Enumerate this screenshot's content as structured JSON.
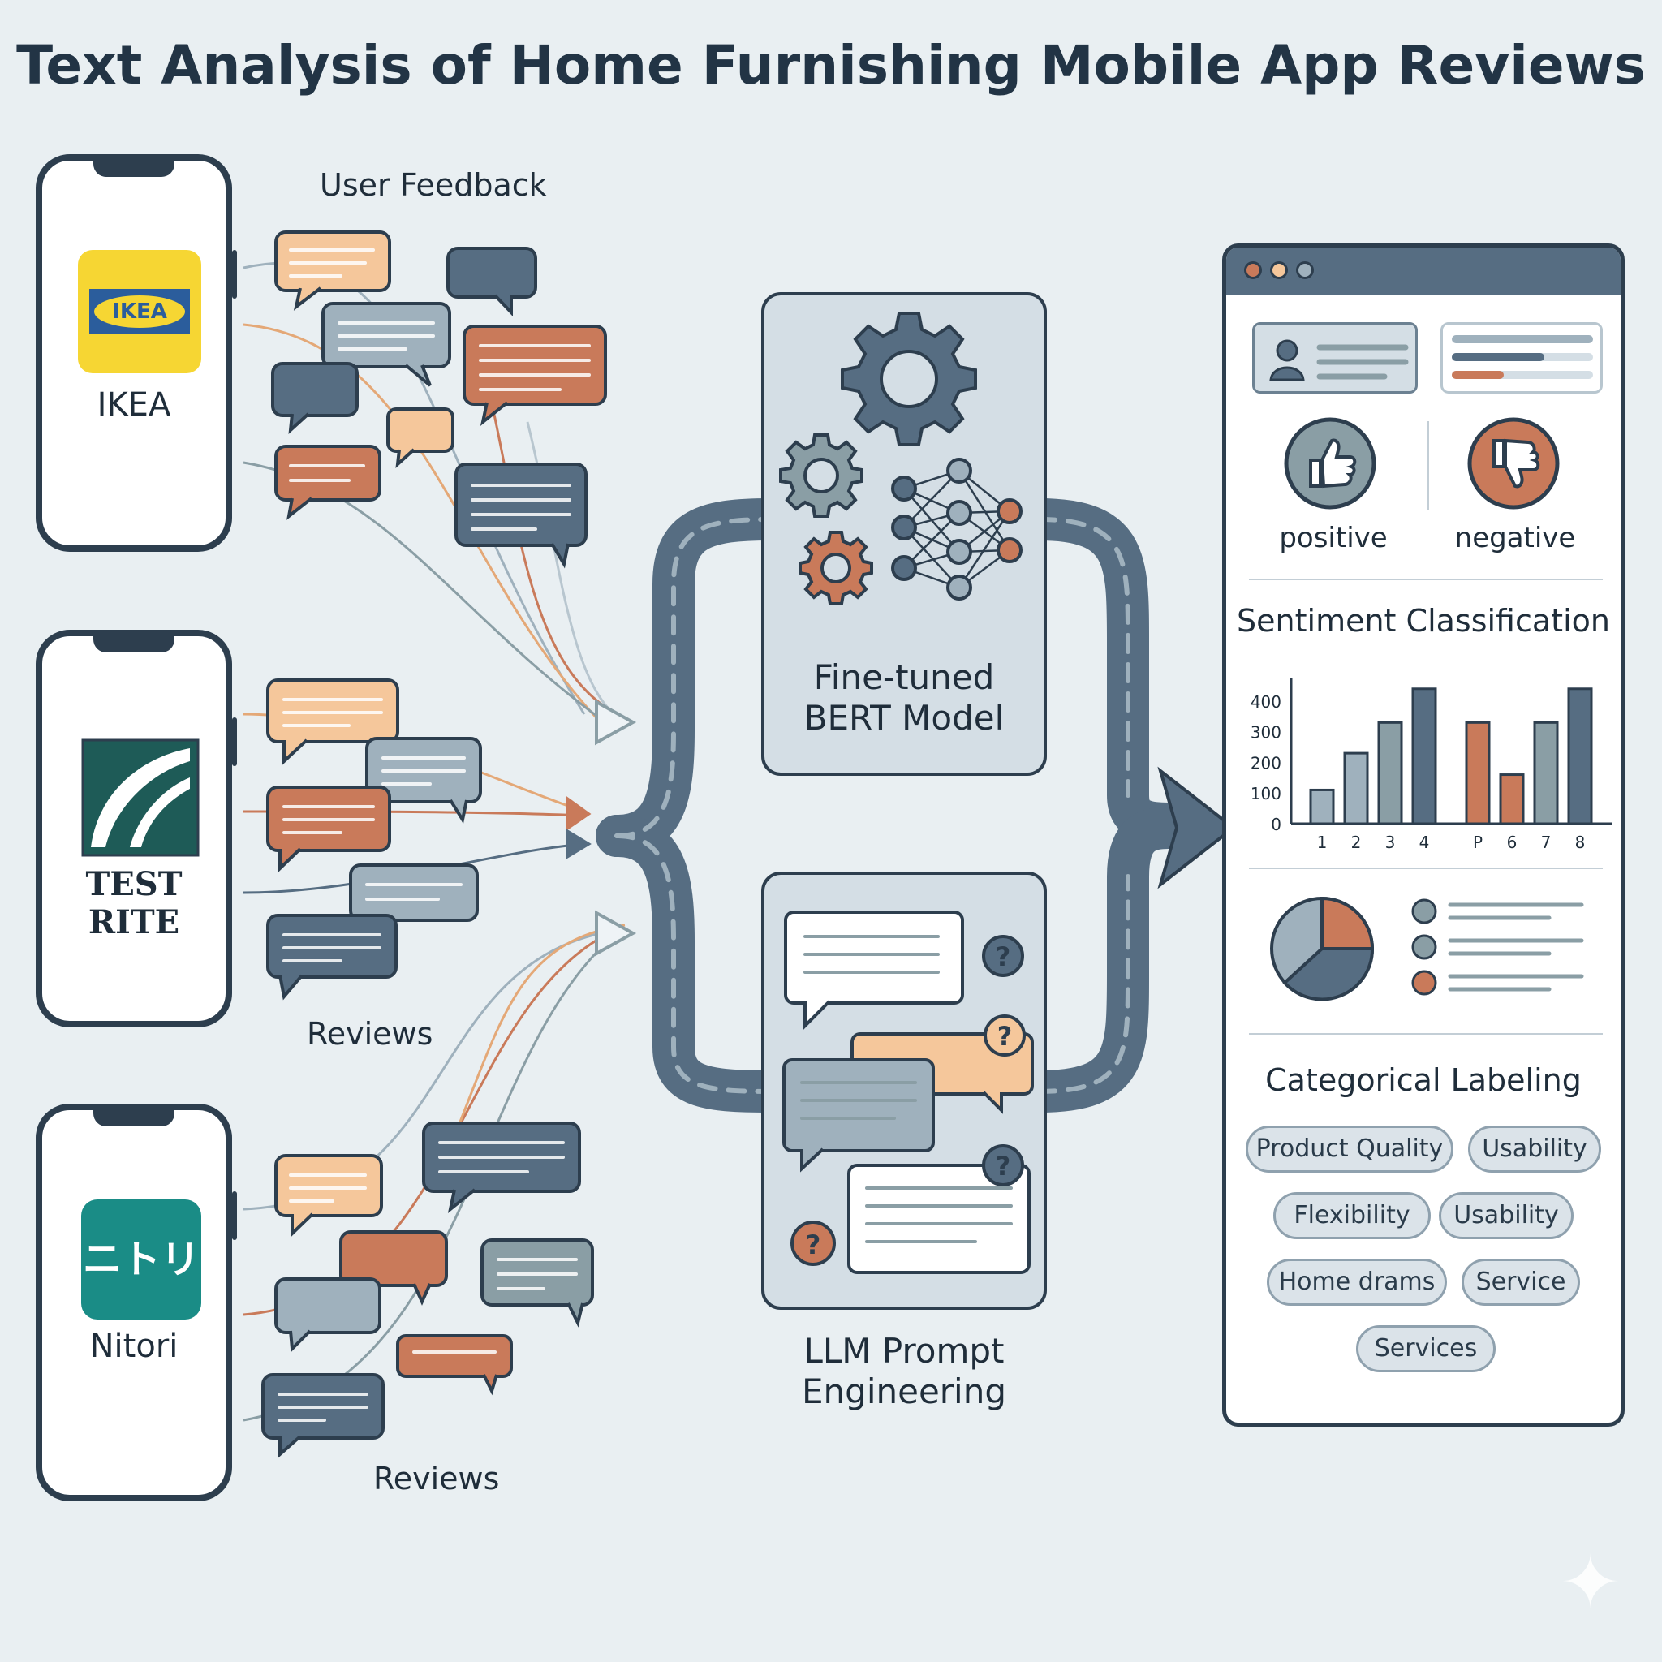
{
  "title": "Text Analysis of Home Furnishing Mobile App Reviews",
  "labels": {
    "user_feedback": "User Feedback",
    "reviews_1": "Reviews",
    "reviews_2": "Reviews"
  },
  "apps": [
    {
      "name": "IKEA",
      "logo_text": "IKEA"
    },
    {
      "name": "TEST RITE"
    },
    {
      "name": "Nitori",
      "logo_text": "ニトリ"
    }
  ],
  "models": {
    "bert": [
      "Fine-tuned",
      "BERT Model"
    ],
    "llm": [
      "LLM Prompt",
      "Engineering"
    ]
  },
  "dashboard": {
    "positive": "positive",
    "negative": "negative",
    "sentiment_title": "Sentiment Classification",
    "categorical_title": "Categorical Labeling",
    "tags": [
      "Product Quality",
      "Usability",
      "Flexibility",
      "Usability",
      "Home drams",
      "Service",
      "Services"
    ]
  },
  "chart_data": {
    "type": "bar",
    "title": "",
    "categories": [
      "1",
      "2",
      "3",
      "4",
      "P",
      "6",
      "7",
      "8"
    ],
    "values": [
      110,
      230,
      330,
      440,
      330,
      160,
      330,
      440
    ],
    "bar_colors": [
      "#9fb1bd",
      "#9fb1bd",
      "#8a9ea5",
      "#566d82",
      "#c97a5a",
      "#c97a5a",
      "#8a9ea5",
      "#566d82"
    ],
    "yticks": [
      "0",
      "100",
      "200",
      "300",
      "400"
    ],
    "ylim": [
      0,
      450
    ]
  },
  "colors": {
    "navy": "#566d82",
    "dark": "#2d3e4e",
    "orange": "#c97a5a",
    "peach": "#f5c79b",
    "sage": "#8a9ea5",
    "light": "#d4dee5"
  }
}
